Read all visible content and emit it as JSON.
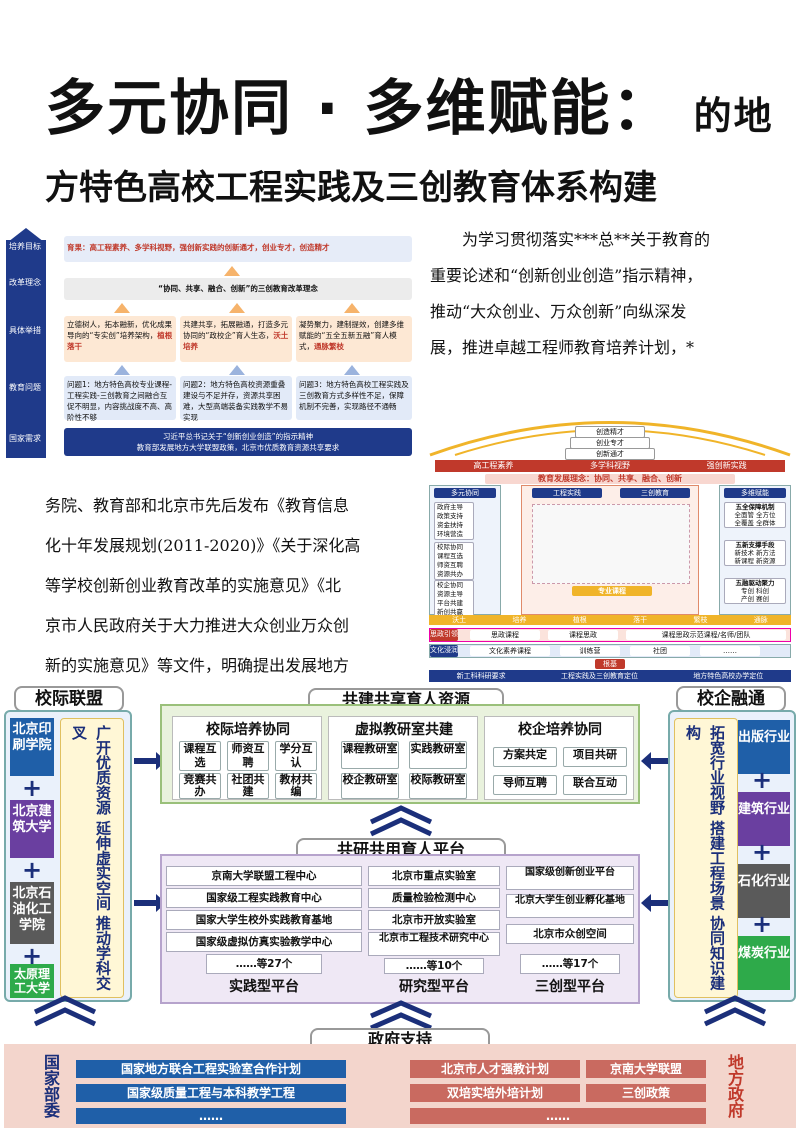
{
  "title": {
    "line1": "多元协同 · 多维赋能：",
    "line1_suffix": "的地",
    "line2": "方特色高校工程实践及三创教育体系构建"
  },
  "paragraph1": [
    "为学习贯彻落实***总**关于教育的",
    "重要论述和“创新创业创造”指示精神，",
    "推动“大众创业、万众创新”向纵深发",
    "展，推进卓越工程师教育培养计划，*"
  ],
  "paragraph2": [
    "务院、教育部和北京市先后发布《教育信息",
    "化十年发展规划(2011-2020)》《关于深化高",
    "等学校创新创业教育改革的实施意见》《北",
    "京市人民政府关于大力推进大众创业万众创",
    "新的实施意见》等文件，明确提出发展地方"
  ],
  "fig1": {
    "rail": [
      "培养目标",
      "改革理念",
      "具体举措",
      "教育问题",
      "国家需求"
    ],
    "goal": "育果：高工程素养、多学科视野，强创新实践的创新通才，创业专才，创造精才",
    "concept": "“协同、共享、融合、创新”的三创教育改革理念",
    "measures": [
      {
        "text": "立德树人，拓本融新，优化成果导向的“专实创”培养架构，",
        "em": "植根落干"
      },
      {
        "text": "共建共享，拓展融通，打造多元协同的“政校企”育人生态，",
        "em": "沃土培养"
      },
      {
        "text": "凝势聚力，建制提效，创建多维赋能的“五全五新五融”育人模式，",
        "em": "通脉繁枝"
      }
    ],
    "problems": [
      "问题1：地方特色高校专业课程-工程实践-三创教育之间融合互促不明显，内容挑战度不高、高阶性不够",
      "问题2：地方特色高校资源重叠建设与不足并存，资源共享困难，大型高端装备实践教学不易实现",
      "问题3：地方特色高校工程实践及三创教育方式多样性不足，保障机制不完善，实现路径不通畅"
    ],
    "base": [
      "习近平总书记关于“创新创业创造”的指示精神",
      "教育部发展地方大学联盟政策，北京市优质教育资源共享要求"
    ]
  },
  "fig2": {
    "roof": [
      "创造精才",
      "创业专才",
      "创新通才"
    ],
    "band": [
      "高工程素养",
      "多学科视野",
      "强创新实践"
    ],
    "concept": "教育发展理念：协同、共享、融合、创新",
    "left_title": "多元协同",
    "left_items": [
      "政府主导",
      "政策支持",
      "资金扶持",
      "环境营造",
      "校际协同",
      "课程互选",
      "师资互聘",
      "资源共办",
      "校企协同",
      "资源主导",
      "平台共建",
      "新创共赢"
    ],
    "mid1": "工程实践",
    "mid2": "三创教育",
    "right_title": "多维赋能",
    "right_items": [
      "五全保障机制",
      "全面管",
      "全方位",
      "全覆盖",
      "全群体",
      "五新支撑手段",
      "新技术",
      "新方法",
      "新课程",
      "新资源",
      "五融驱动聚力",
      "专创",
      "科创",
      "产创",
      "赛创"
    ],
    "pillars": [
      "沃土",
      "培养",
      "植根",
      "落干",
      "繁枝",
      "通脉"
    ],
    "mid_bottom": "专业课程",
    "rows": [
      {
        "label": "思政引领",
        "items": [
          "思政课程",
          "课程思政",
          "课程思政示范课程/名师/团队"
        ]
      },
      {
        "label": "文化浸润",
        "items": [
          "文化素养课程",
          "训练营",
          "社团",
          "……"
        ]
      }
    ],
    "base_label": "根基",
    "base_items": [
      "新工科科研要求",
      "工程实践及三创教育定位",
      "地方特色高校办学定位"
    ]
  },
  "fig3": {
    "left_header": "校际联盟",
    "center_header": "共建共享育人资源",
    "right_header": "校企融通",
    "schools": [
      "北京印刷学院",
      "北京建筑大学",
      "北京石油化工学院",
      "太原理工大学"
    ],
    "left_vertical": "广开优质资源 延伸虚实空间 推动学科交叉",
    "industries": [
      "出版行业",
      "建筑行业",
      "石化行业",
      "煤炭行业"
    ],
    "right_vertical": "拓宽行业视野 搭建工程场景 协同知识建构",
    "groups": [
      {
        "title": "校际培养协同",
        "items": [
          "课程互选",
          "师资互聘",
          "学分互认",
          "竞赛共办",
          "社团共建",
          "教材共编"
        ]
      },
      {
        "title": "虚拟教研室共建",
        "items": [
          "课程教研室",
          "实践教研室",
          "校企教研室",
          "校际教研室"
        ]
      },
      {
        "title": "校企培养协同",
        "items": [
          "方案共定",
          "项目共研",
          "导师互聘",
          "联合互动"
        ]
      }
    ],
    "platform_header": "共研共用育人平台",
    "platforms": [
      {
        "items": [
          "京南大学联盟工程中心",
          "国家级工程实践教育中心",
          "国家大学生校外实践教育基地",
          "国家级虚拟仿真实验教学中心"
        ],
        "more": "……等27个",
        "label": "实践型平台"
      },
      {
        "items": [
          "北京市重点实验室",
          "质量检验检测中心",
          "北京市开放实验室",
          "北京市工程技术研究中心"
        ],
        "more": "……等10个",
        "label": "研究型平台"
      },
      {
        "items": [
          "国家级创新创业平台",
          "北京大学生创业孵化基地",
          "北京市众创空间"
        ],
        "more": "……等17个",
        "label": "三创型平台"
      }
    ],
    "gov_header": "政府支持",
    "gov_left_label": "国家部委",
    "gov_left": [
      "国家地方联合工程实验室合作计划",
      "国家级质量工程与本科教学工程",
      "……"
    ],
    "gov_right": [
      "北京市人才强教计划",
      "京南大学联盟",
      "双培实培外培计划",
      "三创政策",
      "……"
    ],
    "gov_right_label": "地方政府"
  },
  "colors": {
    "navy": "#1f3a8a",
    "orange": "#f6b36b",
    "purple": "#6a3fa0",
    "green": "#2eaa4a",
    "gray": "#5a5a5a",
    "teal": "#2f7fa8",
    "platform_bg": "#efe8f5",
    "resource_bg": "#e9f2dd",
    "gov_bg": "#f3d5cc"
  }
}
